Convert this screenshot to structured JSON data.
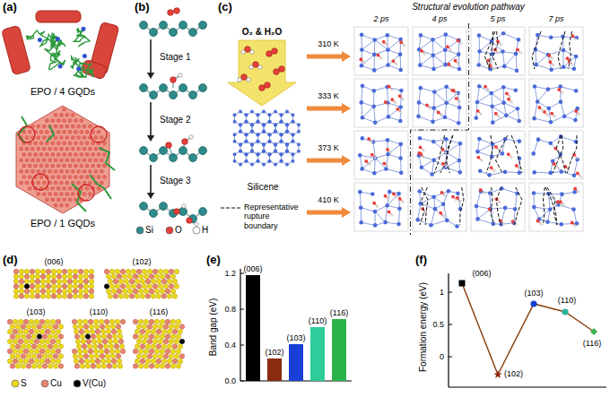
{
  "diagram": {
    "labels": [
      "(a)",
      "EPO / 4 GQDs",
      "EPO / 1 GQDs",
      "(b)",
      "Stage 1",
      "Stage 2",
      "Stage 3",
      "(c)",
      "Structural evolution pathway",
      "2 ps",
      "4 ps",
      "5 ps",
      "7 ps",
      "O₂ & H₂O",
      "310 K",
      "333 K",
      "373 K",
      "410 K",
      "Silicene",
      "(d)",
      "(006)",
      "(102)",
      "(103)",
      "(110)",
      "(116)",
      "(e)",
      "Band gap (eV)",
      "1.2",
      "0.8",
      "0.4",
      "0.0",
      "(006)",
      "(102)",
      "(103)",
      "(110)",
      "(116)",
      "(f)",
      "Formation energy (eV)",
      "1",
      "0.5",
      "0",
      "(006)",
      "(102)",
      "(103)",
      "(110)",
      "(116)"
    ],
    "legend": [
      {
        "text": "Si",
        "color": "#2e8b8b"
      },
      {
        "text": "O",
        "color": "#e8403a"
      },
      {
        "text": "H",
        "color": "#ffffff"
      },
      {
        "text": "Representative rupture boundary"
      },
      {
        "text": "S",
        "color": "#ecd81a"
      },
      {
        "text": "Cu",
        "color": "#e8856f"
      },
      {
        "text": "V(Cu)",
        "color": "#000000"
      }
    ]
  }
}
